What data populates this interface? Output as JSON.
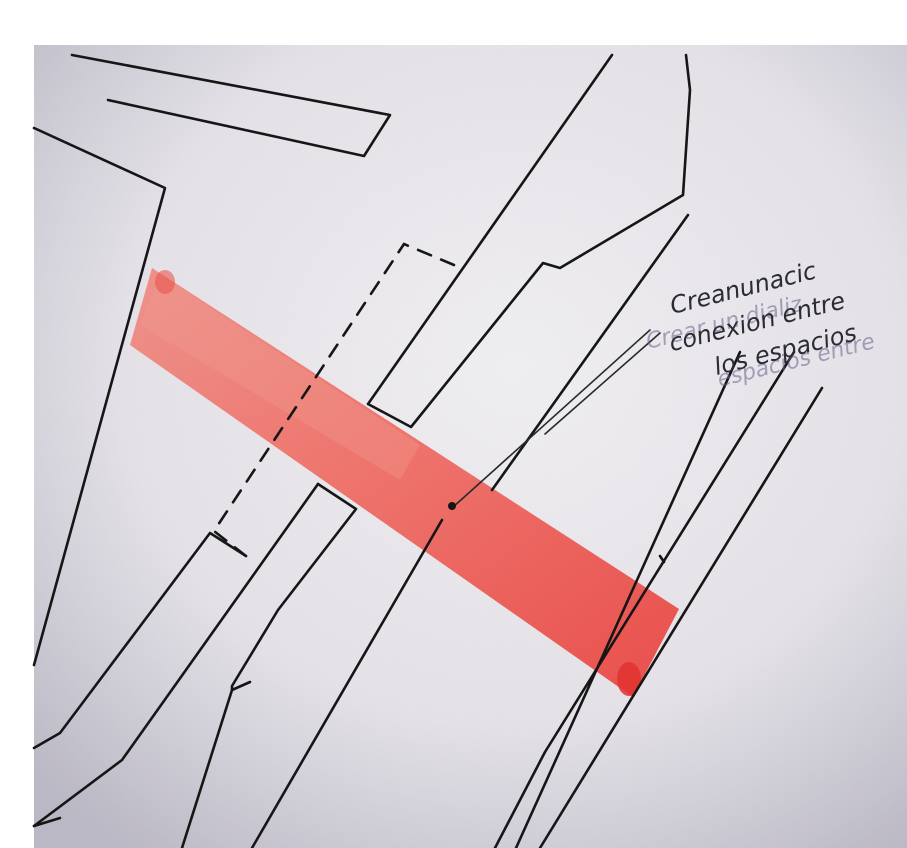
{
  "annotation": {
    "lines": [
      "Creanunacic",
      "conexion entre",
      "los espacios"
    ],
    "faint_lines": [
      "Crear un dializ",
      "espacios entre"
    ]
  },
  "colors": {
    "paper": "#e9e6ea",
    "ink": "#161616",
    "marker": "#ec4a48"
  }
}
